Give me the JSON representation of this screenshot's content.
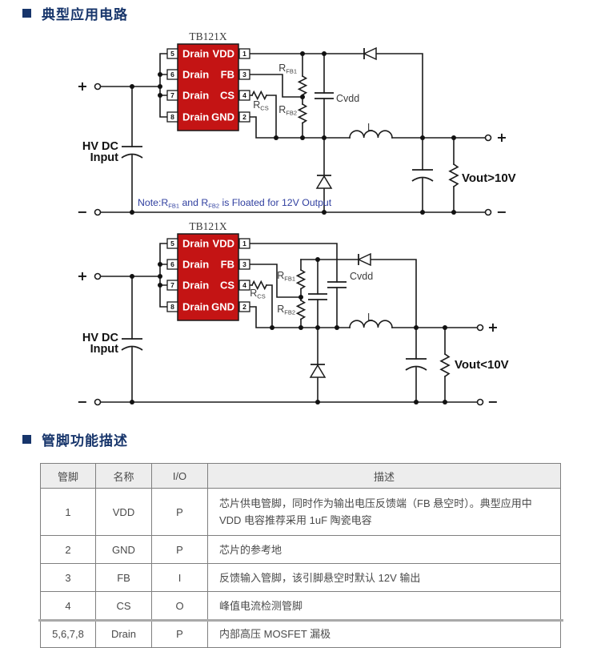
{
  "page": {
    "section1_title": "典型应用电路",
    "section2_title": "管脚功能描述"
  },
  "colors": {
    "accent_navy": "#17356b",
    "chip_red": "#c41414",
    "note_blue": "#3140a0"
  },
  "circuit1": {
    "chip_name": "TB121X",
    "pins_left": [
      {
        "num": "5",
        "label": "Drain"
      },
      {
        "num": "6",
        "label": "Drain"
      },
      {
        "num": "7",
        "label": "Drain"
      },
      {
        "num": "8",
        "label": "Drain"
      }
    ],
    "pins_right": [
      {
        "num": "1",
        "label": "VDD"
      },
      {
        "num": "3",
        "label": "FB"
      },
      {
        "num": "4",
        "label": "CS"
      },
      {
        "num": "2",
        "label": "GND"
      }
    ],
    "labels": {
      "rfb1_base": "R",
      "rfb1_sub": "FB1",
      "rfb2_base": "R",
      "rfb2_sub": "FB2",
      "rcs_base": "R",
      "rcs_sub": "CS",
      "cvdd": "Cvdd",
      "inductor": "L",
      "hv_line1": "HV DC",
      "hv_line2": "Input",
      "vout": "Vout>10V",
      "plus": "+",
      "minus": "−"
    },
    "note": {
      "prefix": "Note:R",
      "sub1": "FB1",
      "mid": " and R",
      "sub2": "FB2",
      "suffix": " is Floated for 12V Output"
    }
  },
  "circuit2": {
    "chip_name": "TB121X",
    "pins_left": [
      {
        "num": "5",
        "label": "Drain"
      },
      {
        "num": "6",
        "label": "Drain"
      },
      {
        "num": "7",
        "label": "Drain"
      },
      {
        "num": "8",
        "label": "Drain"
      }
    ],
    "pins_right": [
      {
        "num": "1",
        "label": "VDD"
      },
      {
        "num": "3",
        "label": "FB"
      },
      {
        "num": "4",
        "label": "CS"
      },
      {
        "num": "2",
        "label": "GND"
      }
    ],
    "labels": {
      "rfb1_base": "R",
      "rfb1_sub": "FB1",
      "rfb2_base": "R",
      "rfb2_sub": "FB2",
      "rcs_base": "R",
      "rcs_sub": "CS",
      "cvdd": "Cvdd",
      "inductor": "L",
      "hv_line1": "HV DC",
      "hv_line2": "Input",
      "vout": "Vout<10V",
      "plus": "+",
      "minus": "−"
    }
  },
  "pin_table": {
    "headers": [
      "管脚",
      "名称",
      "I/O",
      "描述"
    ],
    "rows": [
      {
        "pin": "1",
        "name": "VDD",
        "io": "P",
        "desc": "芯片供电管脚，同时作为输出电压反馈端（FB 悬空时）。典型应用中 VDD 电容推荐采用 1uF 陶瓷电容"
      },
      {
        "pin": "2",
        "name": "GND",
        "io": "P",
        "desc": "芯片的参考地"
      },
      {
        "pin": "3",
        "name": "FB",
        "io": "I",
        "desc": "反馈输入管脚，该引脚悬空时默认 12V 输出"
      },
      {
        "pin": "4",
        "name": "CS",
        "io": "O",
        "desc": "峰值电流检测管脚"
      },
      {
        "pin": "5,6,7,8",
        "name": "Drain",
        "io": "P",
        "desc": "内部高压 MOSFET 漏极"
      }
    ]
  }
}
